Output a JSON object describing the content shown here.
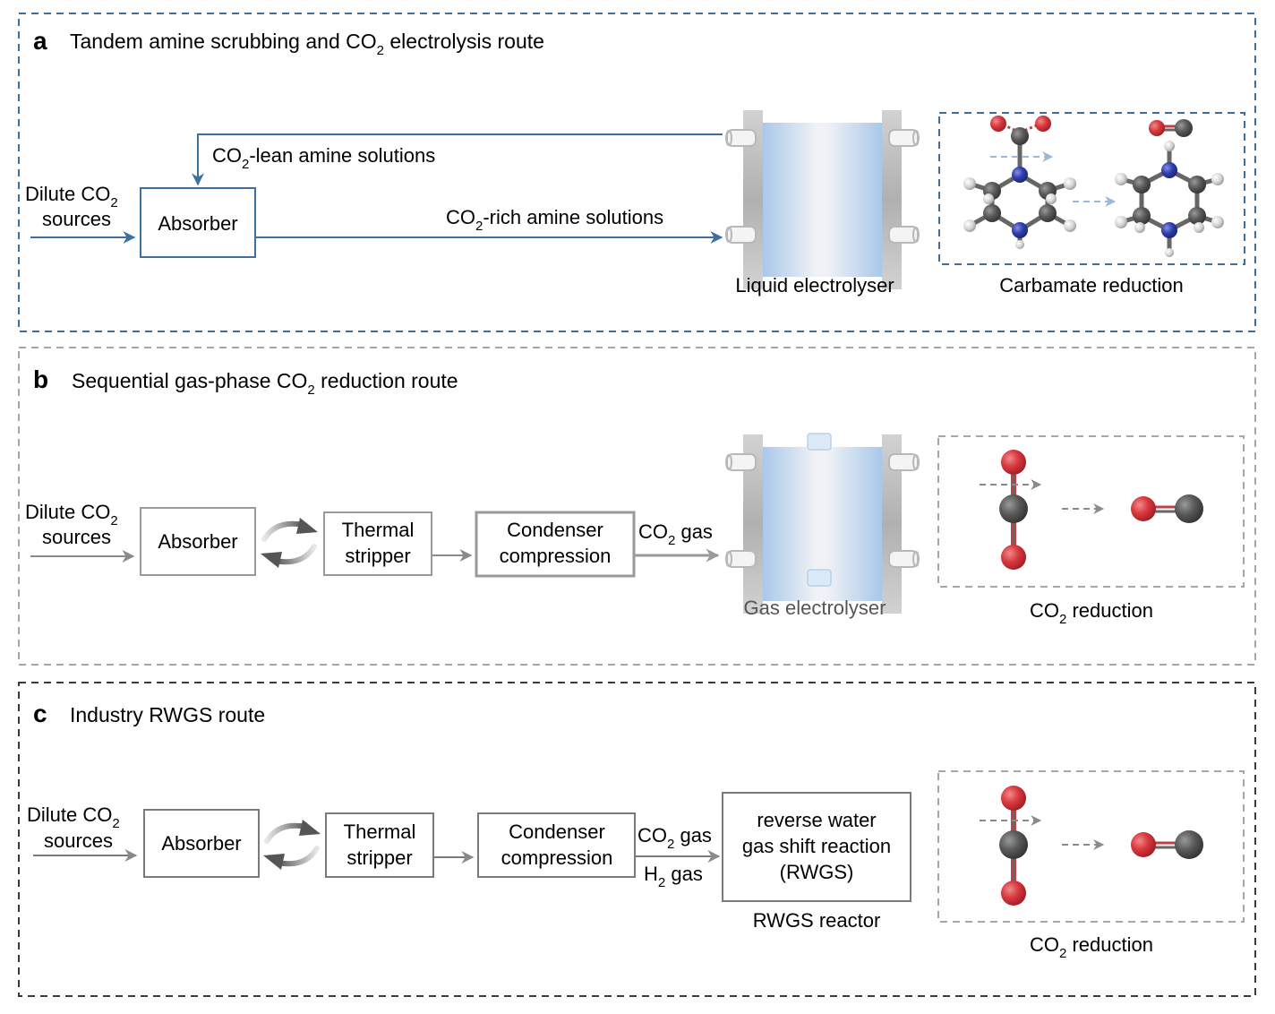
{
  "panels": [
    {
      "letter": "a",
      "title_pre": "Tandem amine scrubbing and CO",
      "title_sub": "2",
      "title_post": " electrolysis route",
      "source_line1_pre": "Dilute CO",
      "source_line1_sub": "2",
      "source_line2": "sources",
      "absorber": "Absorber",
      "lean_pre": "CO",
      "lean_sub": "2",
      "lean_post": "-lean amine solutions",
      "rich_pre": "CO",
      "rich_sub": "2",
      "rich_post": "-rich amine solutions",
      "electrolyser_label": "Liquid electrolyser",
      "reaction_label": "Carbamate reduction",
      "color": "#3f6f9f"
    },
    {
      "letter": "b",
      "title_pre": "Sequential gas-phase CO",
      "title_sub": "2",
      "title_post": " reduction route",
      "source_line1_pre": "Dilute CO",
      "source_line1_sub": "2",
      "source_line2": "sources",
      "absorber": "Absorber",
      "stripper_line1": "Thermal",
      "stripper_line2": "stripper",
      "condenser_line1": "Condenser",
      "condenser_line2": "compression",
      "gas_pre": "CO",
      "gas_sub": "2",
      "gas_post": " gas",
      "electrolyser_label": "Gas electrolyser",
      "reaction_label_pre": "CO",
      "reaction_label_sub": "2",
      "reaction_label_post": " reduction",
      "color": "#a6a6a6"
    },
    {
      "letter": "c",
      "title": "Industry RWGS route",
      "source_line1_pre": "Dilute CO",
      "source_line1_sub": "2",
      "source_line2": "sources",
      "absorber": "Absorber",
      "stripper_line1": "Thermal",
      "stripper_line2": "stripper",
      "condenser_line1": "Condenser",
      "condenser_line2": "compression",
      "gas1_pre": "CO",
      "gas1_sub": "2",
      "gas1_post": " gas",
      "gas2_pre": "H",
      "gas2_sub": "2",
      "gas2_post": " gas",
      "reactor_line1": "reverse water",
      "reactor_line2": "gas shift reaction",
      "reactor_line3": "(RWGS)",
      "reactor_label": "RWGS reactor",
      "reaction_label_pre": "CO",
      "reaction_label_sub": "2",
      "reaction_label_post": " reduction",
      "color": "#3a3a3a"
    }
  ],
  "colors": {
    "blue_flow": "#3f6f9f",
    "gray_flow": "#8a8a8a",
    "oxygen": "#d8383e",
    "carbon": "#5a5a5a",
    "nitrogen": "#3040b0",
    "hydrogen": "#d8d8d8"
  }
}
